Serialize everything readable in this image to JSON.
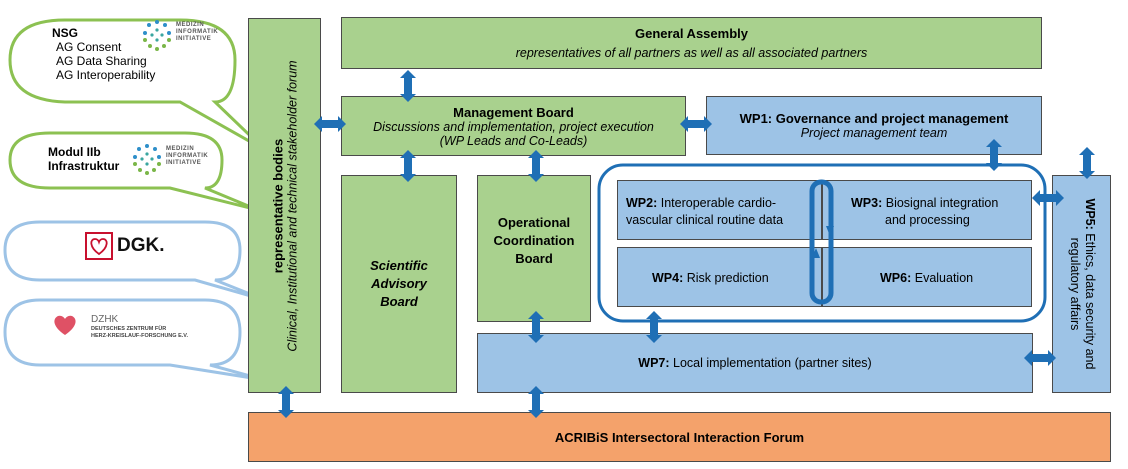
{
  "general_assembly": {
    "title": "General Assembly",
    "subtitle": "representatives of all partners as well as all associated partners"
  },
  "management_board": {
    "title": "Management Board",
    "line1": "Discussions and implementation, project execution",
    "line2": "(WP Leads and Co-Leads)"
  },
  "wp1": {
    "title": "WP1: Governance and project management",
    "subtitle": "Project management team"
  },
  "representative_bodies": {
    "title": "representative bodies",
    "subtitle": "Clinical, Institutional and technical stakeholder forum"
  },
  "scientific_board": {
    "line1": "Scientific",
    "line2": "Advisory",
    "line3": "Board"
  },
  "operational_board": {
    "line1": "Operational",
    "line2": "Coordination",
    "line3": "Board"
  },
  "wp2": {
    "code": "WP2:",
    "line1": "Interoperable cardio-",
    "line2": "vascular clinical routine data"
  },
  "wp3": {
    "code": "WP3:",
    "line1": "Biosignal integration",
    "line2": "and processing"
  },
  "wp4": {
    "code": "WP4:",
    "text": "Risk prediction"
  },
  "wp6": {
    "code": "WP6:",
    "text": "Evaluation"
  },
  "wp5": {
    "code": "WP5:",
    "text": "Ethics, data security and regulatory affairs"
  },
  "wp7": {
    "code": "WP7:",
    "text": "Local implementation (partner sites)"
  },
  "forum": {
    "title": "ACRIBiS Intersectoral Interaction Forum"
  },
  "bubbles": {
    "nsg": {
      "title": "NSG",
      "items": [
        "AG Consent",
        "AG Data Sharing",
        "AG Interoperability"
      ]
    },
    "modul": {
      "line1": "Modul IIb",
      "line2": "Infrastruktur"
    },
    "dgk": {
      "text": "DGK."
    },
    "dzhk": {
      "title": "DZHK",
      "line1": "DEUTSCHES ZENTRUM FÜR",
      "line2": "HERZ-KREISLAUF-FORSCHUNG E.V."
    }
  },
  "mii_logo": {
    "line1": "MEDIZIN",
    "line2": "INFORMATIK",
    "line3": "INITIATIVE"
  },
  "colors": {
    "green": "#a9d18e",
    "blue": "#9dc3e6",
    "orange": "#f4a26b",
    "arrow": "#1f6fb5",
    "bubble_green": "#8cc152",
    "bubble_blue": "#9dc3e6",
    "dgk_red": "#c8102e",
    "dzhk_red": "#d9324a"
  }
}
